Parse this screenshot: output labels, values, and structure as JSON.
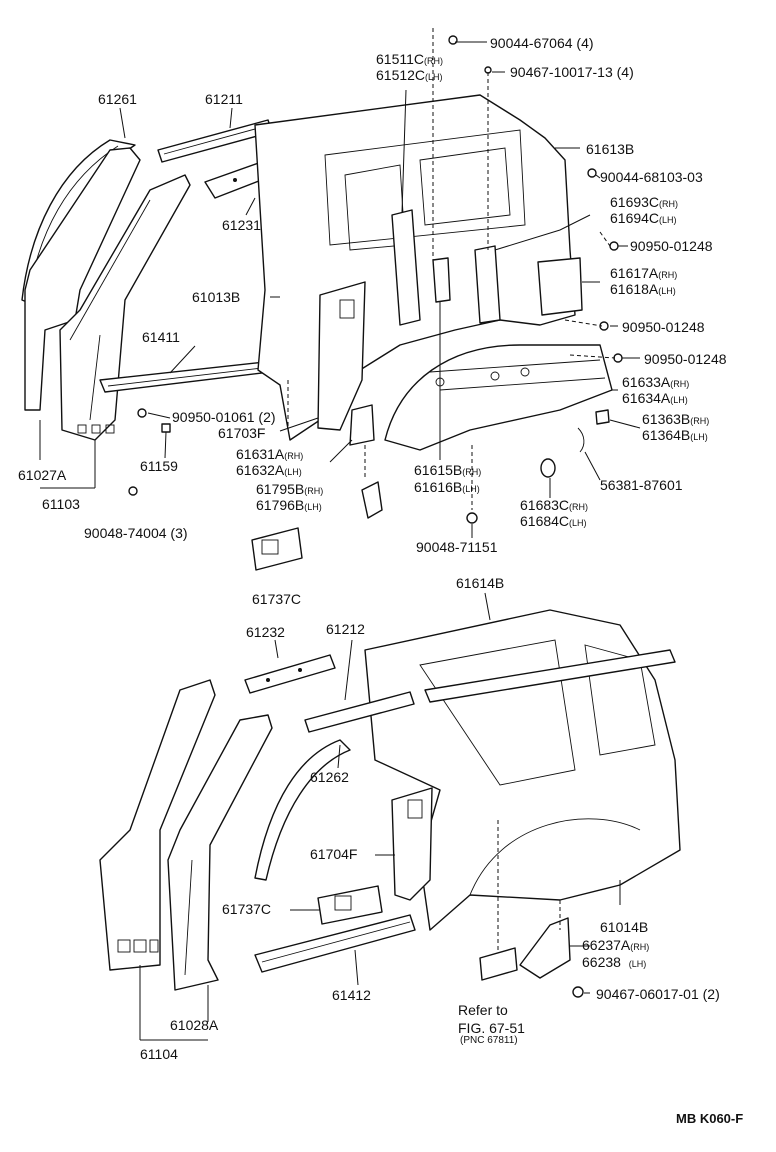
{
  "diagram_code": "MB K060-F",
  "refer": {
    "line1": "Refer to",
    "line2": "FIG. 67-51",
    "line3": "(PNC 67811)"
  },
  "labels": {
    "p61261": "61261",
    "p61211": "61211",
    "p61231": "61231",
    "p61013B": "61013B",
    "p61411": "61411",
    "p61027A": "61027A",
    "p61103": "61103",
    "p61159": "61159",
    "p90048_74004": "90048-74004 (3)",
    "p90950_01061": "90950-01061 (2)",
    "p61703F": "61703F",
    "p61631A": "61631A",
    "p61632A": "61632A",
    "p61795B": "61795B",
    "p61796B": "61796B",
    "p61737C_top": "61737C",
    "p61511C": "61511C",
    "p61512C": "61512C",
    "p90044_67064": "90044-67064 (4)",
    "p90467_10017": "90467-10017-13 (4)",
    "p61613B": "61613B",
    "p90044_68103": "90044-68103-03",
    "p61693C": "61693C",
    "p61694C": "61694C",
    "p90950_01248_a": "90950-01248",
    "p61617A": "61617A",
    "p61618A": "61618A",
    "p90950_01248_b": "90950-01248",
    "p90950_01248_c": "90950-01248",
    "p61633A": "61633A",
    "p61634A": "61634A",
    "p61363B": "61363B",
    "p61364B": "61364B",
    "p61615B": "61615B",
    "p61616B": "61616B",
    "p56381": "56381-87601",
    "p61683C": "61683C",
    "p61684C": "61684C",
    "p90048_71151": "90048-71151",
    "p61614B": "61614B",
    "p61232": "61232",
    "p61212": "61212",
    "p61262": "61262",
    "p61704F": "61704F",
    "p61737C_bot": "61737C",
    "p61412": "61412",
    "p61028A": "61028A",
    "p61104": "61104",
    "p61014B": "61014B",
    "p66237A": "66237A",
    "p66238": "66238",
    "p90467_06017": "90467-06017-01 (2)"
  },
  "side": {
    "rh": "(RH)",
    "lh": "(LH)",
    "rh_nb": "RH",
    "lh_nb": "LH"
  }
}
